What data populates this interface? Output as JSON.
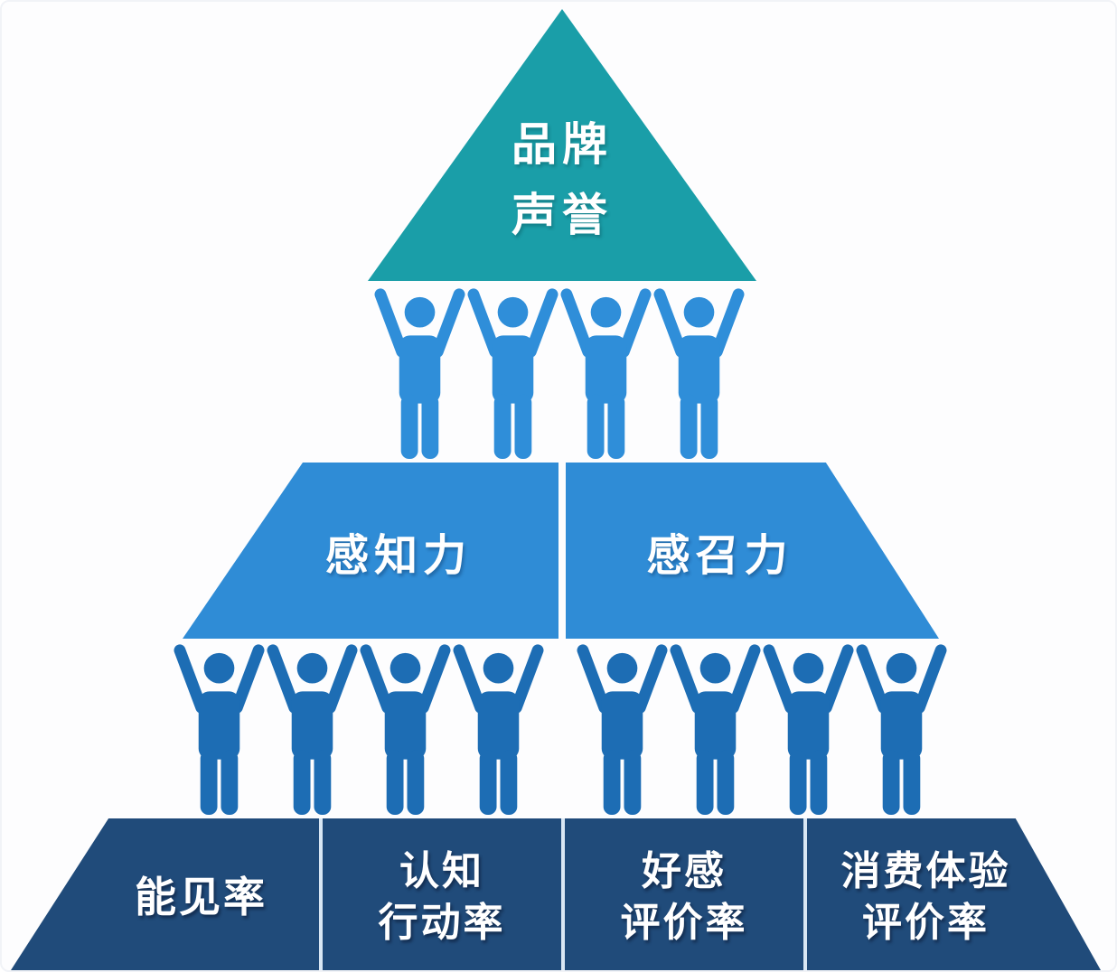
{
  "pyramid": {
    "top": {
      "label_lines": [
        "品牌",
        "声誉"
      ],
      "color": "#1A9EA8",
      "text_color": "#FFFFFF"
    },
    "middle_blocks": [
      {
        "label": "感知力",
        "color": "#2F8CD6"
      },
      {
        "label": "感召力",
        "color": "#2F8CD6"
      }
    ],
    "base_blocks": [
      {
        "label_lines": [
          "能见率"
        ],
        "color": "#204B7A"
      },
      {
        "label_lines": [
          "认知",
          "行动率"
        ],
        "color": "#204B7A"
      },
      {
        "label_lines": [
          "好感",
          "评价率"
        ],
        "color": "#204B7A"
      },
      {
        "label_lines": [
          "消费体验",
          "评价率"
        ],
        "color": "#204B7A"
      }
    ],
    "people_groups": [
      {
        "name": "upper-supporters",
        "count": 4,
        "color": "#2F8ED9"
      },
      {
        "name": "lower-supporters-left",
        "count": 4,
        "color": "#1D6DB4"
      },
      {
        "name": "lower-supporters-right",
        "count": 4,
        "color": "#1D6DB4"
      }
    ]
  }
}
